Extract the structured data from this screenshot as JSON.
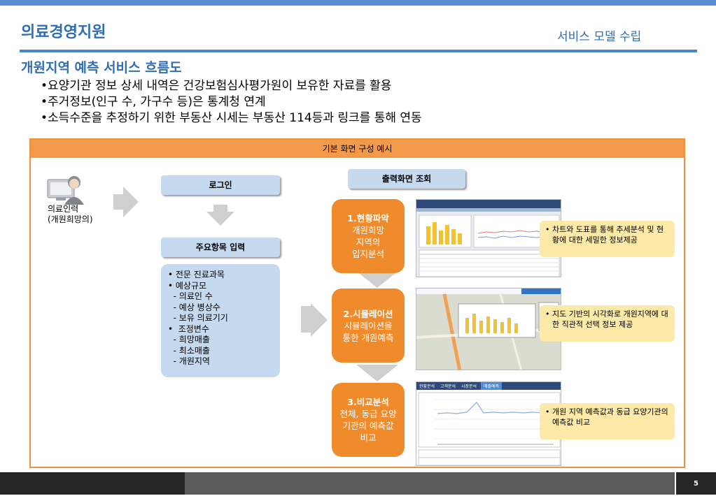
{
  "header": {
    "title": "의료경영지원",
    "section": "서비스 모델 수립"
  },
  "heading": "개원지역 예측 서비스 흐름도",
  "bullets": [
    "•요양기관 정보 상세 내역은 건강보험심사평가원이 보유한 자료를 활용",
    "•주거정보(인구 수, 가구수 등)은 통계청 연계",
    "•소득수준을 추정하기 위한 부동산 시세는 부동산 114등과 링크를 통해 연동"
  ],
  "diagram": {
    "frame_title": "기본 화면 구성 예시",
    "user": {
      "label_line1": "의료인력",
      "label_line2": "(개원희망의)",
      "icon": "user-at-computer-icon"
    },
    "login_label": "로그인",
    "input_label": "주요항목 입력",
    "input_items": [
      "• 전문 진료과목",
      "• 예상규모",
      "  - 의료인 수",
      "  - 예상 병상수",
      "  - 보유 의료기기",
      "•  조정변수",
      "  - 희망매출",
      "  - 최소매출",
      "  - 개원지역"
    ],
    "output_label": "출력화면 조회",
    "steps": [
      {
        "title": "1.현황파악",
        "desc1": "개원희망",
        "desc2": "지역의",
        "desc3": "입지분석"
      },
      {
        "title": "2.시뮬레이션",
        "desc1": "시뮬레이션을",
        "desc2": "통한 개원예측",
        "desc3": ""
      },
      {
        "title": "3.비교분석",
        "desc1": "전체, 동급 요양",
        "desc2": "기관의 예측값",
        "desc3": "비교"
      }
    ],
    "notes": [
      "차트와 도표를 통해 추세분석 및 현황에 대한 세밀한 정보제공",
      "지도 기반의 시각화로 개원지역에 대한 직관적 선택 정보 제공",
      "개원 지역 예측값과 동급 요양기관의 예측값 비교"
    ],
    "screenshot3_tabs": [
      "현황분석",
      "고객분석",
      "시장분석",
      "매출예측"
    ]
  },
  "footer": {
    "page_number": "5"
  },
  "colors": {
    "accent_blue": "#2f6db5",
    "orange": "#f08b2c",
    "light_blue": "#c5d9ef",
    "note_yellow": "#fde9a8"
  }
}
